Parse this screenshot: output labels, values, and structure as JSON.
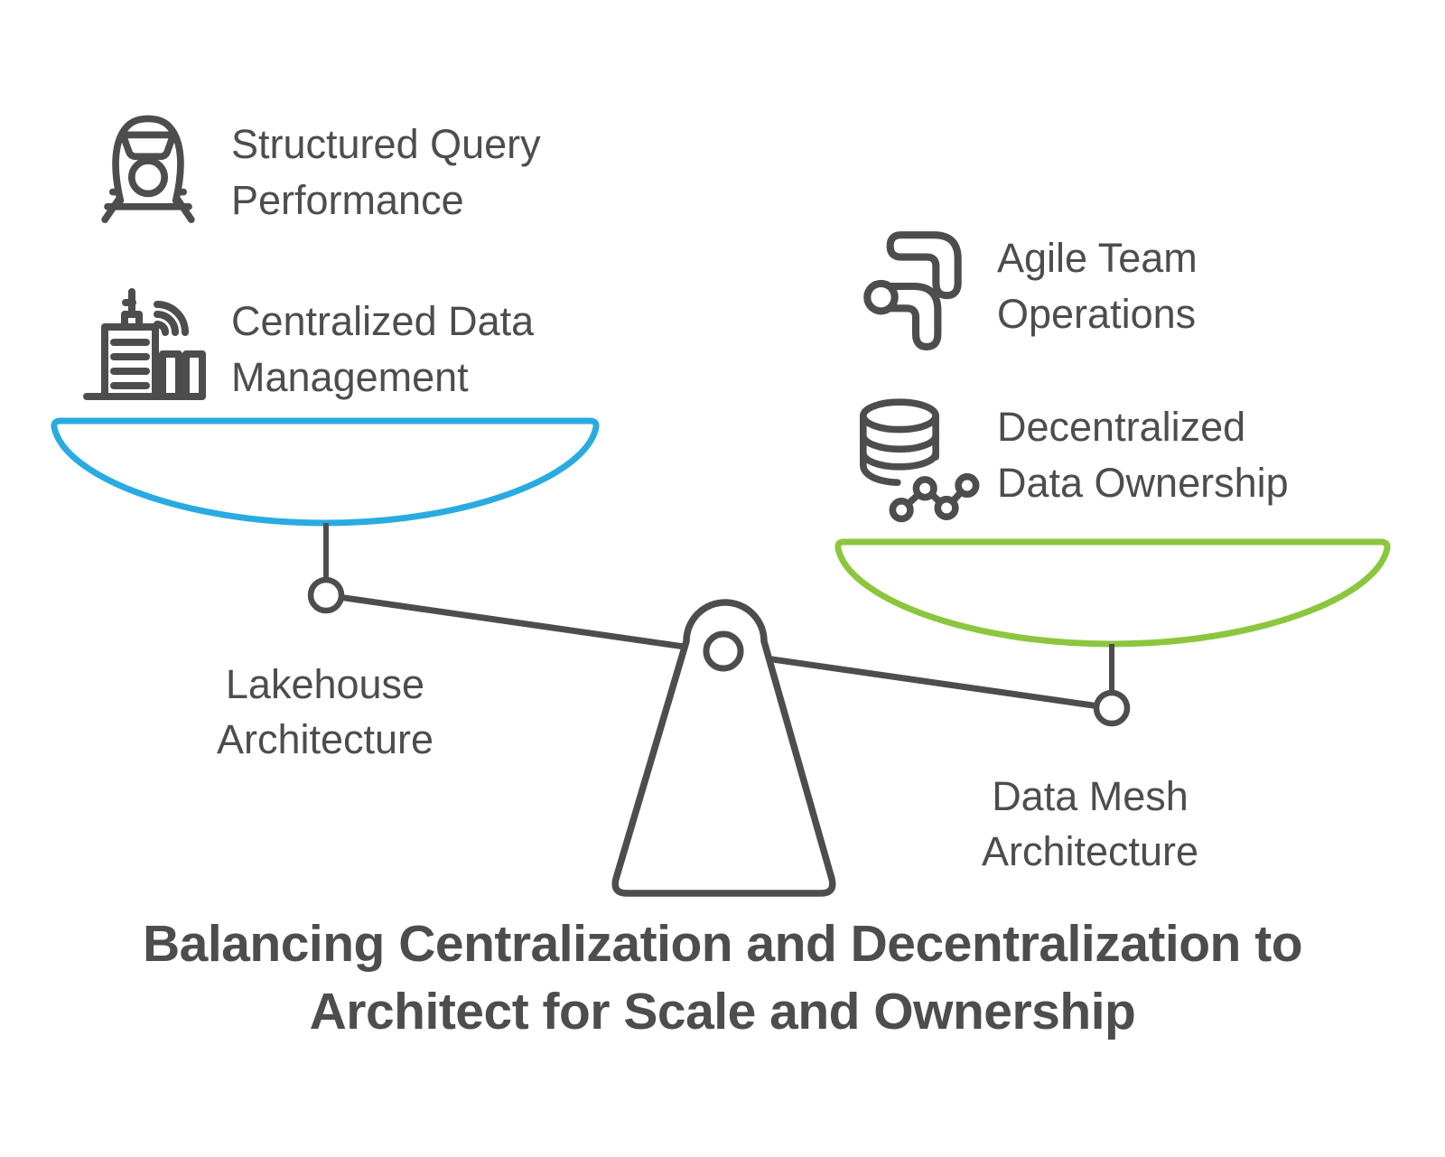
{
  "colors": {
    "accent_blue": "#29ABE2",
    "accent_green": "#8CC63F",
    "stroke_gray": "#4D4D4D",
    "text_gray": "#4D4D4D"
  },
  "scale": {
    "left_pan": {
      "color": "#29ABE2",
      "label": "Lakehouse\nArchitecture",
      "items": [
        {
          "icon": "train-icon",
          "label": "Structured Query\nPerformance"
        },
        {
          "icon": "building-signal-icon",
          "label": "Centralized Data\nManagement"
        }
      ]
    },
    "right_pan": {
      "color": "#8CC63F",
      "label": "Data Mesh\nArchitecture",
      "items": [
        {
          "icon": "workflow-elbow-icon",
          "label": "Agile Team\nOperations"
        },
        {
          "icon": "database-network-icon",
          "label": "Decentralized\nData Ownership"
        }
      ]
    }
  },
  "title": "Balancing Centralization and Decentralization to\nArchitect for Scale and Ownership"
}
